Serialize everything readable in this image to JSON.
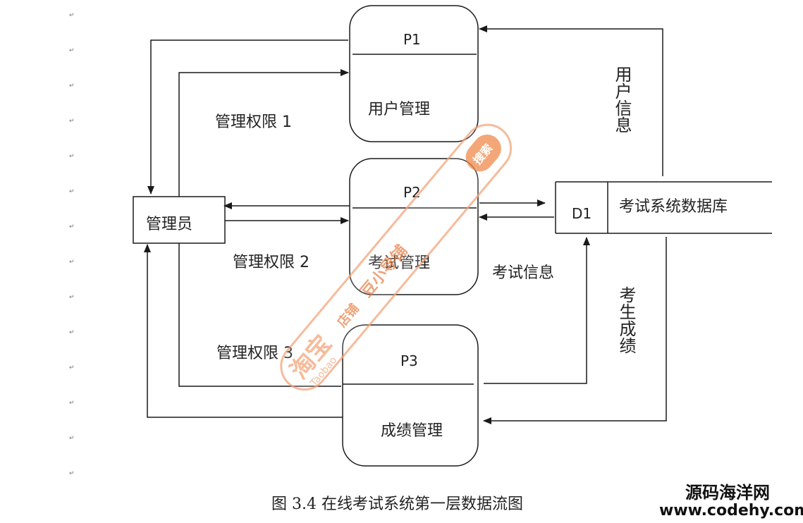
{
  "diagram": {
    "caption": "图 3.4 在线考试系统第一层数据流图",
    "entity": {
      "label": "管理员"
    },
    "processes": [
      {
        "id": "P1",
        "name": "用户管理"
      },
      {
        "id": "P2",
        "name": "考试管理"
      },
      {
        "id": "P3",
        "name": "成绩管理"
      }
    ],
    "datastore": {
      "id": "D1",
      "name": "考试系统数据库"
    },
    "flows": {
      "perm1": "管理权限 1",
      "perm2": "管理权限 2",
      "perm3": "管理权限 3",
      "user_info": "用户信息",
      "exam_info": "考试信息",
      "exam_scores": "考生成绩"
    },
    "para_mark": "↵"
  },
  "watermark": {
    "brand_cn": "淘宝",
    "brand_en": "Taobao",
    "shop_label": "店铺",
    "shop_name": "豆小导铺",
    "search_badge": "搜索",
    "site_cn": "源码海洋网",
    "site_url": "www.codehy.com"
  },
  "colors": {
    "line": "#1a1a1a",
    "watermark": "#f4a57a",
    "watermark_badge": "#f08a4b"
  }
}
